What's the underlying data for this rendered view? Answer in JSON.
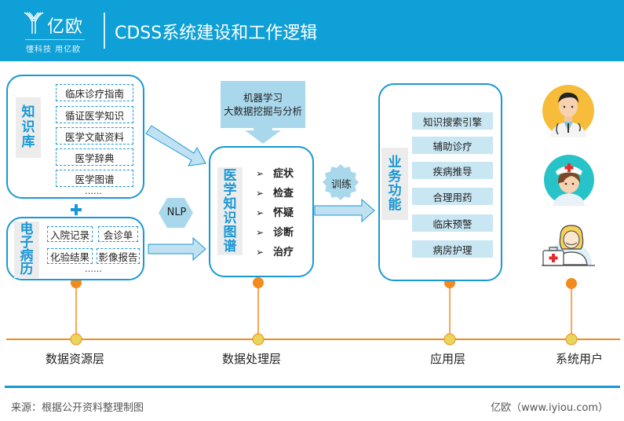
{
  "header": {
    "logo_name": "亿欧",
    "logo_slogan": "懂科技 用亿欧",
    "title": "CDSS系统建设和工作逻辑"
  },
  "colors": {
    "brand_blue": "#0ea0d6",
    "panel_border": "#1a98d5",
    "arrow_fill": "#bfe1f1",
    "timeline_orange": "#f28a1e",
    "dot_orange": "#f28a1e",
    "dot_yellow": "#e9d55a"
  },
  "knowledge_base": {
    "label": "知识库",
    "items": [
      "临床诊疗指南",
      "循证医学知识",
      "医学文献资料",
      "医学辞典",
      "医学图谱"
    ],
    "more": "……"
  },
  "emr": {
    "label": "电子病历",
    "items": [
      "入院记录",
      "会诊单",
      "化验结果",
      "影像报告"
    ],
    "more": "……"
  },
  "nlp_badge": "NLP",
  "ml_box": {
    "line1": "机器学习",
    "line2": "大数据挖掘与分析"
  },
  "knowledge_graph": {
    "label": "医学知识图谱",
    "bullet": "➢",
    "items": [
      "症状",
      "检查",
      "怀疑",
      "诊断",
      "治疗"
    ]
  },
  "training_badge": "训练",
  "business_functions": {
    "label": "业务功能",
    "items": [
      "知识搜索引擎",
      "辅助诊疗",
      "疾病推导",
      "合理用药",
      "临床预警",
      "病房护理"
    ]
  },
  "users": [
    {
      "role": "doctor",
      "icon": "doctor-avatar-icon"
    },
    {
      "role": "nurse",
      "icon": "nurse-avatar-icon"
    },
    {
      "role": "medic",
      "icon": "medic-avatar-icon"
    }
  ],
  "layers": [
    "数据资源层",
    "数据处理层",
    "应用层",
    "系统用户"
  ],
  "footer": {
    "source": "来源：根据公开资料整理制图",
    "brand": "亿欧（www.iyiou.com）"
  }
}
